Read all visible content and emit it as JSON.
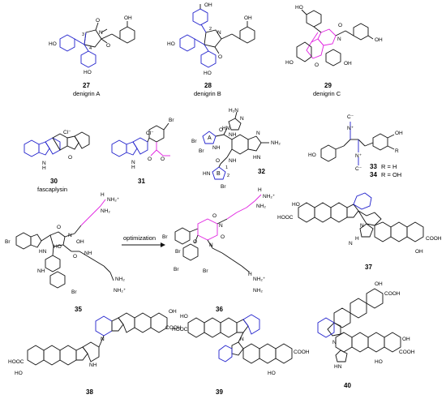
{
  "colors": {
    "bond": "#111111",
    "blue": "#1f1fcc",
    "magenta": "#e020e0"
  },
  "atoms": {
    "OH": "OH",
    "HO": "HO",
    "O": "O",
    "N": "N",
    "NH": "NH",
    "HN": "HN",
    "H": "H",
    "Br": "Br",
    "Cl_minus": "Cl⁻",
    "H2N": "H₂N",
    "NH2": "NH₂",
    "NH2_plus": "NH₂⁺",
    "N_plus": "N⁺",
    "C_minus": "C⁻",
    "COOH": "COOH",
    "HOOC": "HOOC",
    "methyl_tick": "′"
  },
  "compounds": [
    {
      "id": "27",
      "name": "denigrin A"
    },
    {
      "id": "28",
      "name": "denigrin B"
    },
    {
      "id": "29",
      "name": "denigrin C"
    },
    {
      "id": "30",
      "name": "fascaplysin"
    },
    {
      "id": "31",
      "name": ""
    },
    {
      "id": "32",
      "name": ""
    },
    {
      "id": "33",
      "name": ""
    },
    {
      "id": "34",
      "name": ""
    },
    {
      "id": "35",
      "name": ""
    },
    {
      "id": "36",
      "name": ""
    },
    {
      "id": "37",
      "name": ""
    },
    {
      "id": "38",
      "name": ""
    },
    {
      "id": "39",
      "name": ""
    },
    {
      "id": "40",
      "name": ""
    }
  ],
  "numbering": {
    "n2": "2",
    "n3": "3",
    "n4": "4",
    "n1": "1",
    "ringA": "A",
    "ringB": "B"
  },
  "substituent_legend": {
    "r": "R",
    "c33": "33",
    "c34": "34",
    "r33": "R = H",
    "r34": "R = OH"
  },
  "arrow_label": "optimization"
}
